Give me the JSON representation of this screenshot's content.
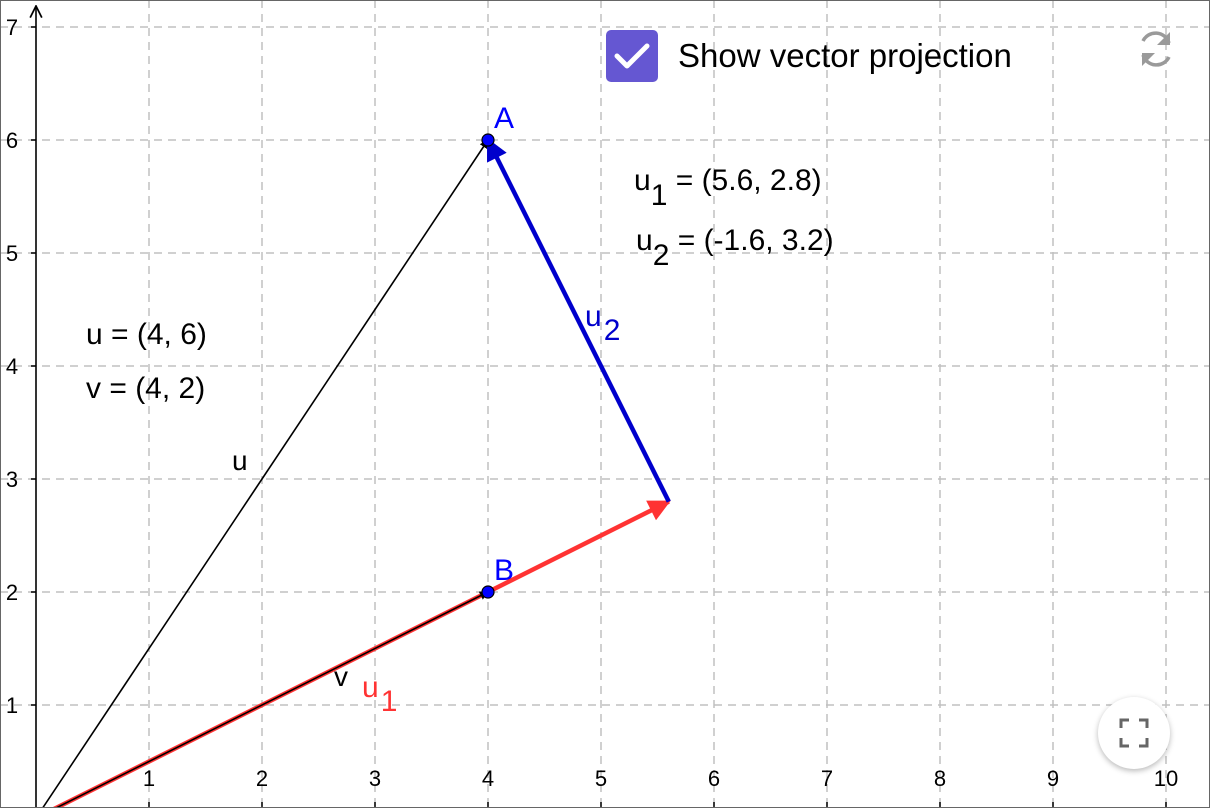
{
  "applet": {
    "checkbox": {
      "label": "Show vector projection",
      "checked": true,
      "color": "#6557d2"
    },
    "reset_icon": "refresh-icon",
    "fullscreen_icon": "fullscreen-icon"
  },
  "axes": {
    "x_range": [
      -0.35,
      10.35
    ],
    "y_range": [
      0,
      7.05
    ],
    "x_ticks": [
      "1",
      "2",
      "3",
      "4",
      "5",
      "6",
      "7",
      "8",
      "9",
      "10"
    ],
    "y_ticks": [
      "1",
      "2",
      "3",
      "4",
      "5",
      "6",
      "7"
    ],
    "grid": true
  },
  "vectors": {
    "u": {
      "from": [
        0,
        0
      ],
      "to": [
        4,
        6
      ],
      "color": "#000000",
      "label": "u"
    },
    "v": {
      "from": [
        0,
        0
      ],
      "to": [
        4,
        2
      ],
      "color": "#000000",
      "label": "v"
    },
    "u1": {
      "from": [
        0,
        0
      ],
      "to": [
        5.6,
        2.8
      ],
      "color": "#ff3333",
      "label": "u",
      "label_sub": "1"
    },
    "u2": {
      "from": [
        5.6,
        2.8
      ],
      "to": [
        4,
        6
      ],
      "color": "#0000cc",
      "label": "u",
      "label_sub": "2"
    }
  },
  "points": {
    "A": {
      "x": 4,
      "y": 6,
      "label": "A",
      "color": "#0000ff"
    },
    "B": {
      "x": 4,
      "y": 2,
      "label": "B",
      "color": "#0000ff"
    }
  },
  "texts": {
    "u_def": "u = (4, 6)",
    "v_def": "v = (4, 2)",
    "u1_def_main": "u",
    "u1_def_sub": "1",
    "u1_def_rest": " = (5.6, 2.8)",
    "u2_def_main": "u",
    "u2_def_sub": "2",
    "u2_def_rest": " = (-1.6, 3.2)"
  }
}
